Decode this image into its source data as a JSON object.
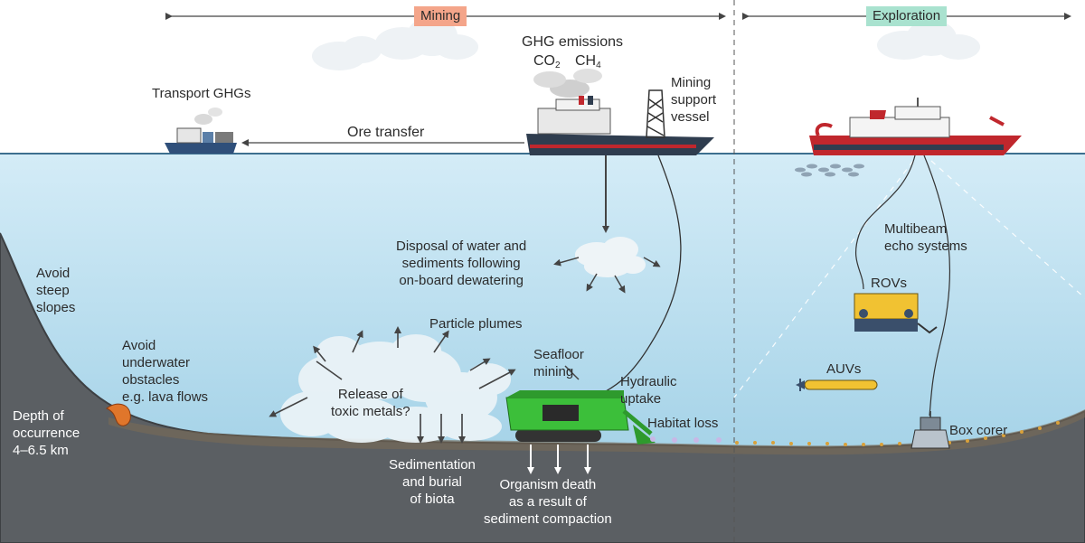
{
  "header": {
    "mining": {
      "label": "Mining",
      "color": "#f4a58a"
    },
    "exploration": {
      "label": "Exploration",
      "color": "#a9e2cf"
    }
  },
  "labels": {
    "ghg_emissions": "GHG emissions",
    "co2_base": "CO",
    "co2_sub": "2",
    "ch4_base": "CH",
    "ch4_sub": "4",
    "transport_ghgs": "Transport GHGs",
    "ore_transfer": "Ore transfer",
    "mining_support_vessel": [
      "Mining",
      "support",
      "vessel"
    ],
    "disposal": [
      "Disposal of water and",
      "sediments following",
      "on-board dewatering"
    ],
    "avoid_steep_slopes": [
      "Avoid",
      "steep",
      "slopes"
    ],
    "avoid_underwater": [
      "Avoid",
      "underwater",
      "obstacles",
      "e.g. lava flows"
    ],
    "depth": [
      "Depth of",
      "occurrence",
      "4–6.5 km"
    ],
    "particle_plumes": "Particle plumes",
    "seafloor_mining": [
      "Seafloor",
      "mining"
    ],
    "release_toxic": [
      "Release of",
      "toxic metals?"
    ],
    "hydraulic_uptake": [
      "Hydraulic",
      "uptake"
    ],
    "habitat_loss": "Habitat loss",
    "sedimentation": [
      "Sedimentation",
      "and burial",
      "of biota"
    ],
    "organism_death": [
      "Organism death",
      "as a result of",
      "sediment compaction"
    ],
    "multibeam": [
      "Multibeam",
      "echo systems"
    ],
    "rovs": "ROVs",
    "auvs": "AUVs",
    "box_corer": "Box corer"
  },
  "colors": {
    "sky": "#ffffff",
    "water_top": "#cde9f6",
    "water_bottom": "#9ccfe6",
    "seafloor": "#5b5f63",
    "seafloor_edge": "#3d4043",
    "mining_tag": "#f4a58a",
    "exploration_tag": "#a9e2cf",
    "miner": "#3cbf3a",
    "rov": "#f1c232",
    "vessel_red": "#c0272d",
    "vessel_blue": "#2f4f7a"
  },
  "icons": [
    "cloud-icon",
    "arrow-icon",
    "ship-icon",
    "crane-icon",
    "rov-icon",
    "auv-icon",
    "box-corer-icon",
    "fish-school-icon",
    "lava-icon",
    "organism-icon"
  ]
}
